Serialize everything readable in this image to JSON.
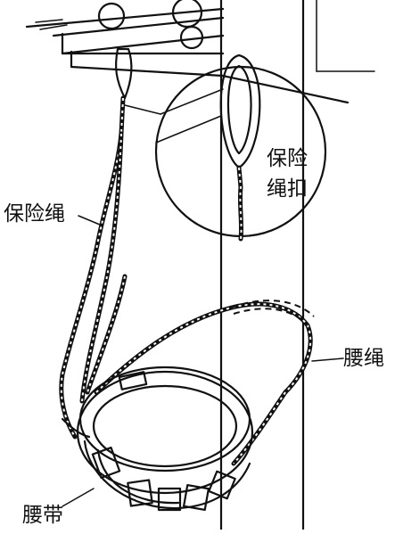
{
  "labels": {
    "safety_rope": "保险绳",
    "waist_rope": "腰绳",
    "waist_belt": "腰带",
    "hook_line1": "保险",
    "hook_line2": "绳扣"
  },
  "colors": {
    "ink": "#111111",
    "background": "#ffffff"
  }
}
